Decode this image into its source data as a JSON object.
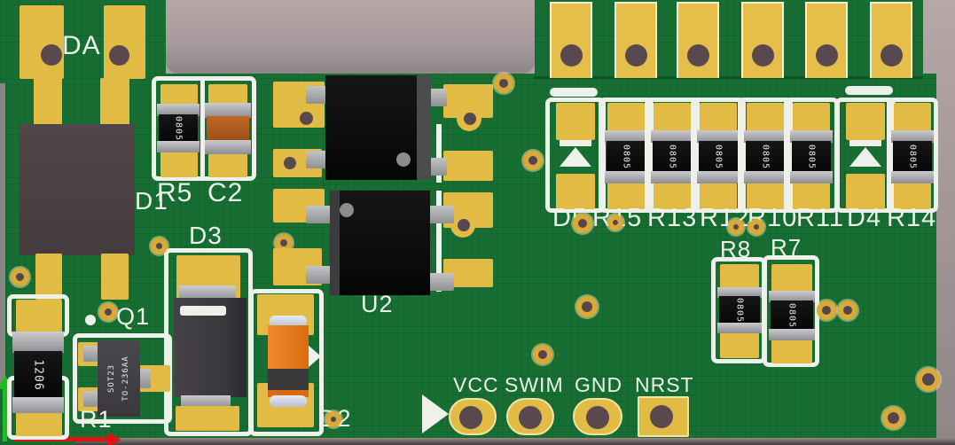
{
  "scene": {
    "type": "pcb-3d-render"
  },
  "labels": {
    "da": "DA",
    "r5": "R5",
    "c2": "C2",
    "d1": "D1",
    "d3": "D3",
    "q1": "Q1",
    "r1": "R1",
    "u2": "U2",
    "d2": "D2",
    "vcc": "VCC",
    "swim": "SWIM",
    "gnd": "GND",
    "nrst": "NRST",
    "d5": "D5",
    "r15": "R15",
    "r13": "R13",
    "r12": "R12",
    "r10": "R10",
    "r11": "R11",
    "d4": "D4",
    "r14": "R14",
    "r8": "R8",
    "r7": "R7"
  },
  "markings": {
    "r5": "0805",
    "r1": "1206",
    "q1_type": "SOT23",
    "q1_package": "TO-236AA",
    "r15": "0805",
    "r13": "0805",
    "r12": "0805",
    "r10": "0805",
    "r11": "0805",
    "r14": "0805",
    "r8": "0805",
    "r7": "0805"
  },
  "colors": {
    "board_green": "#176f33",
    "pad_gold": "#e2bb45",
    "silkscreen_white": "#edf1ea",
    "component_black": "#0c0c0c",
    "capacitor_orange": "#b05a1e",
    "melf_diode_orange": "#e0761c",
    "axis_x_red": "#e01212",
    "axis_y_green": "#14c414",
    "background_gray": "#9b9093"
  }
}
